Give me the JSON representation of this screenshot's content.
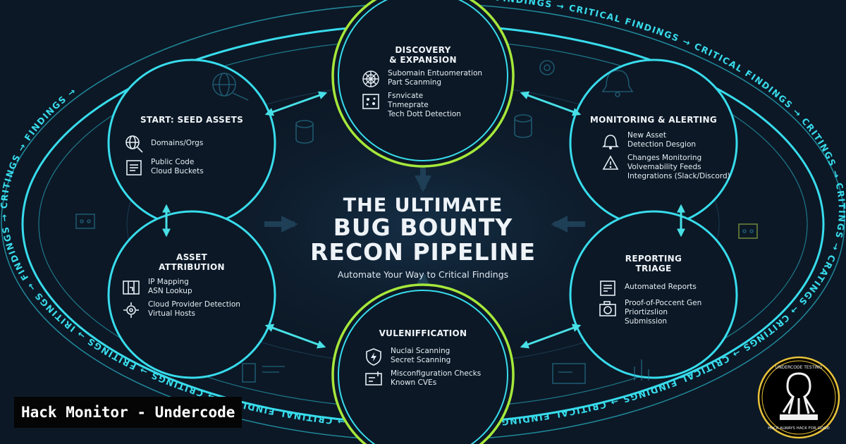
{
  "title": {
    "line1": "THE ULTIMATE",
    "line2": "BUG BOUNTY",
    "line3": "RECON PIPELINE",
    "subtitle": "Automate Your Way to Critical Findings"
  },
  "ring_labels": [
    "DRITINGS",
    "FINDINGS",
    "CRITICAL FINDINGS",
    "CRITICAL FINDINGS",
    "CRITINGS",
    "CRITINGS",
    "CRATINGS",
    "CRITINGS",
    "CRITICAL FINDINGS",
    "CRITICAL FINDINGS",
    "CRITINGS",
    "FRITINGS",
    "CRITINAL FINDINGS",
    "CRITINGS",
    "FRITINGS",
    "IRITINGS",
    "FINDINGS",
    "CRITINGS",
    "FINDINGS"
  ],
  "nodes": {
    "discovery": {
      "title1": "DISCOVERY",
      "title2": "& EXPANSION",
      "items": [
        {
          "icon": "spider-web-icon",
          "lines": [
            "Subomain Entuomeration",
            "Part Scanming"
          ]
        },
        {
          "icon": "tech-grid-icon",
          "lines": [
            "Fsnvicate",
            "Tnmeprate",
            "Tech Dott Detection"
          ]
        }
      ]
    },
    "seed": {
      "title1": "START: SEED ASSETS",
      "items": [
        {
          "icon": "globe-search-icon",
          "lines": [
            "Domains/Orgs"
          ]
        },
        {
          "icon": "document-icon",
          "lines": [
            "Public Code",
            "Cloud Buckets"
          ]
        }
      ]
    },
    "monitoring": {
      "title1": "MONITORING & ALERTING",
      "items": [
        {
          "icon": "bell-icon",
          "lines": [
            "New Asset",
            "Detection Desgion"
          ]
        },
        {
          "icon": "alert-icon",
          "lines": [
            "Changes Monitoring",
            "Volvemability Feeds",
            "Integrations (Slack/Discord)"
          ]
        }
      ]
    },
    "attribution": {
      "title1": "ASSET",
      "title2": "ATTRIBUTION",
      "items": [
        {
          "icon": "map-icon",
          "lines": [
            "IP Mapping",
            "ASN Lookup"
          ]
        },
        {
          "icon": "cloud-gear-icon",
          "lines": [
            "Cloud Provider Detection",
            "Virtual Hosts"
          ]
        }
      ]
    },
    "reporting": {
      "title1": "REPORTING",
      "title2": "TRIAGE",
      "items": [
        {
          "icon": "report-icon",
          "lines": [
            "Automated Reports"
          ]
        },
        {
          "icon": "camera-icon",
          "lines": [
            "Proof-of-Poccent Gen",
            "Priortizslion",
            "Submission"
          ]
        }
      ]
    },
    "vuln": {
      "title1": "VULENIFFICATION",
      "items": [
        {
          "icon": "shield-bolt-icon",
          "lines": [
            "Nuclai Scanning",
            "Secret Scanning"
          ]
        },
        {
          "icon": "config-icon",
          "lines": [
            "Misconfiguration Checks",
            "Known CVEs"
          ]
        }
      ]
    }
  },
  "watermark": "Hack Monitor - Undercode",
  "logo_text": {
    "top": "UNDERCODE TESTING",
    "bottom": "HACK ALWAYS HACK FOR GOOD"
  },
  "colors": {
    "background": "#0c1826",
    "ring": "#36d7e8",
    "accent_green": "#a6e83a",
    "arrow": "#48dfe6",
    "text": "#e6eef5"
  }
}
